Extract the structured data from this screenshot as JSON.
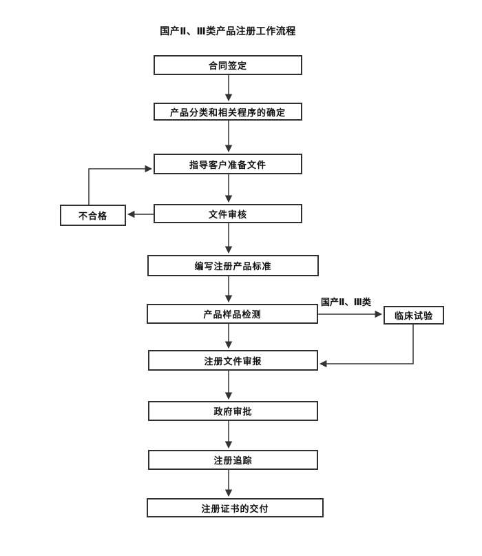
{
  "title": "国产Ⅱ、Ⅲ类产品注册工作流程",
  "nodes": {
    "contract": {
      "label": "合同签定"
    },
    "classification": {
      "label": "产品分类和相关程序的确定"
    },
    "guide_docs": {
      "label": "指导客户准备文件"
    },
    "doc_review": {
      "label": "文件审核"
    },
    "unqualified": {
      "label": "不合格"
    },
    "write_standards": {
      "label": "编写注册产品标准"
    },
    "sample_testing": {
      "label": "产品样品检测"
    },
    "clinical_trial": {
      "label": "临床试验"
    },
    "doc_submission": {
      "label": "注册文件审报"
    },
    "gov_approval": {
      "label": "政府审批"
    },
    "reg_tracking": {
      "label": "注册追踪"
    },
    "cert_delivery": {
      "label": "注册证书的交付"
    }
  },
  "labels": {
    "branch_condition": "国产Ⅱ、Ⅲ类"
  },
  "colors": {
    "box_border": "#2f2f2f",
    "connector": "#333333",
    "text": "#111111",
    "background": "#ffffff"
  }
}
